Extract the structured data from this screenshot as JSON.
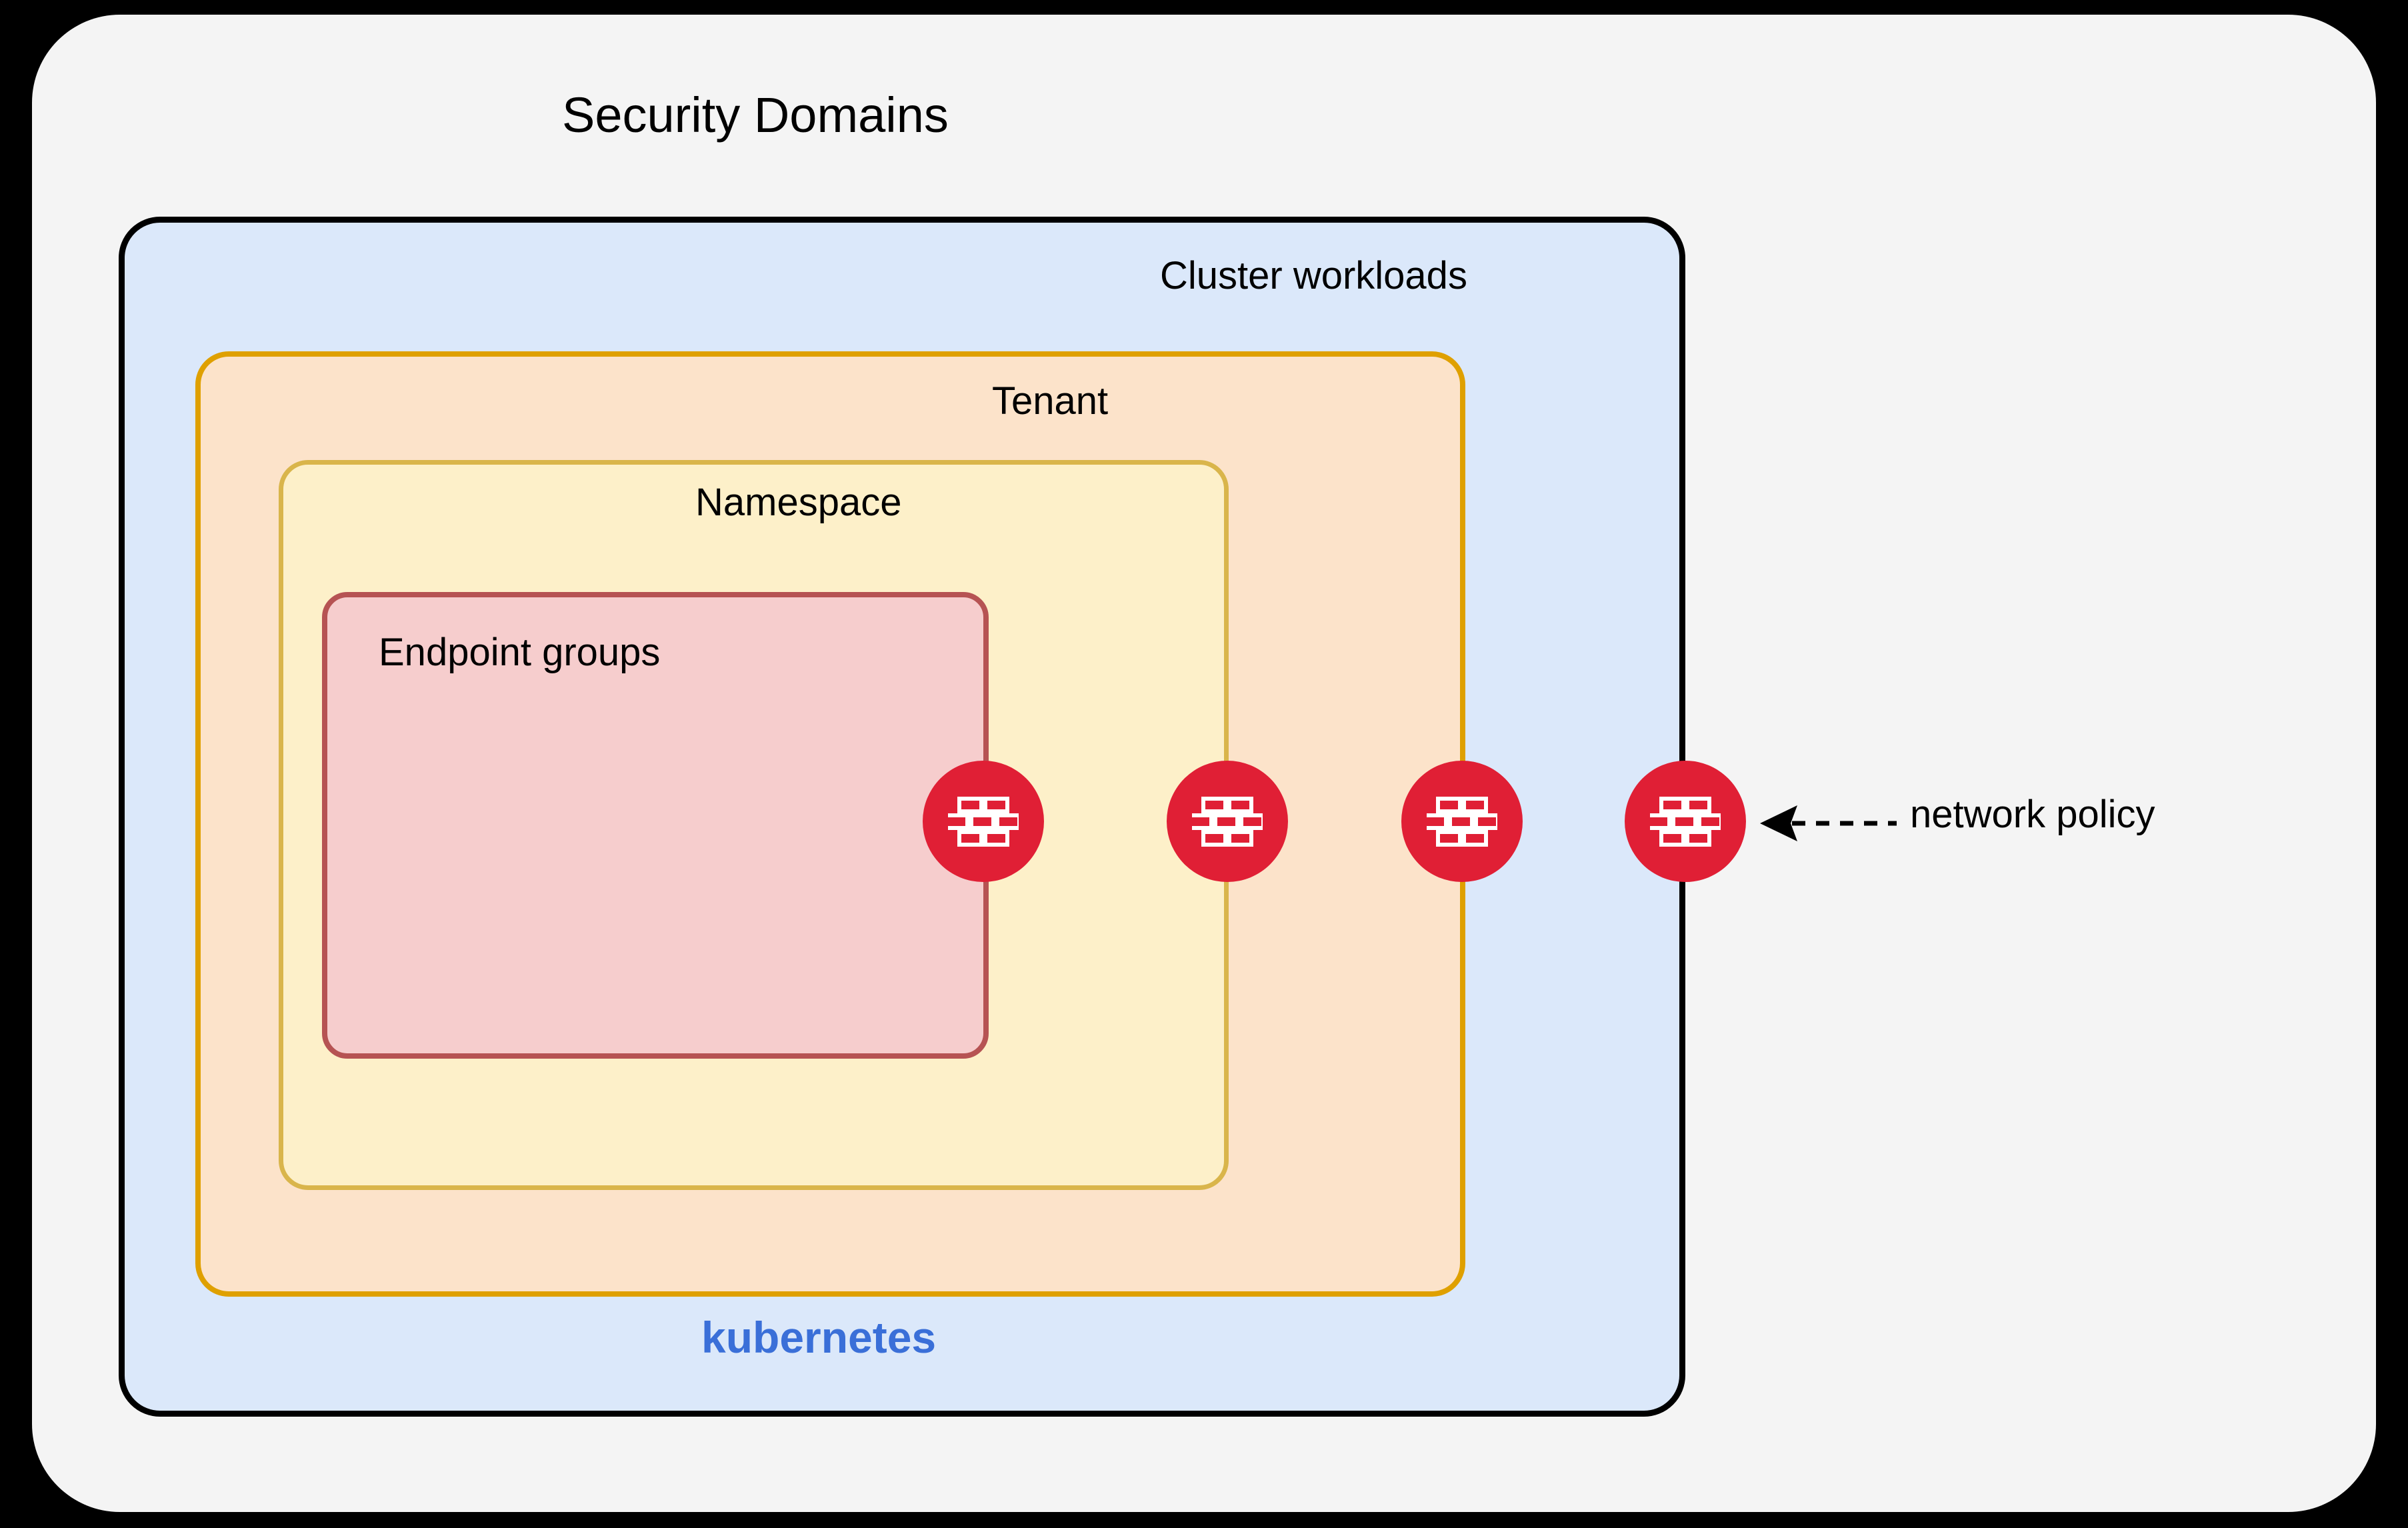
{
  "diagram": {
    "title": "Security Domains",
    "background_color": "#000000",
    "panel_color": "#f4f4f4"
  },
  "labels": {
    "security_domains": "Security Domains",
    "cluster_workloads": "Cluster workloads",
    "tenant": "Tenant",
    "namespace": "Namespace",
    "endpoint_groups": "Endpoint groups",
    "kubernetes": "kubernetes",
    "network_policy": "network policy"
  },
  "boxes": [
    {
      "name": "cluster-workloads",
      "label": "Cluster workloads",
      "fill": "#dbe8fa",
      "stroke": "#000000"
    },
    {
      "name": "tenant",
      "label": "Tenant",
      "fill": "#fce3ca",
      "stroke": "#dfa000"
    },
    {
      "name": "namespace",
      "label": "Namespace",
      "fill": "#fdf0c9",
      "stroke": "#d9b54b"
    },
    {
      "name": "endpoint-groups",
      "label": "Endpoint groups",
      "fill": "#f6cdcd",
      "stroke": "#b65353"
    }
  ],
  "firewall_markers": {
    "icon": "firewall-brick-wall-icon",
    "color": "#e01f35",
    "count": 4,
    "placements": [
      "endpoint-groups-boundary",
      "namespace-boundary",
      "tenant-boundary",
      "cluster-workloads-boundary"
    ]
  },
  "annotation": {
    "arrow": "dashed-left-arrow",
    "text": "network policy"
  },
  "colors": {
    "kubernetes_blue": "#3a6fd8",
    "firewall_red": "#e01f35",
    "cluster_fill": "#dbe8fa",
    "tenant_fill": "#fce3ca",
    "namespace_fill": "#fdf0c9",
    "endpoint_fill": "#f6cdcd"
  }
}
